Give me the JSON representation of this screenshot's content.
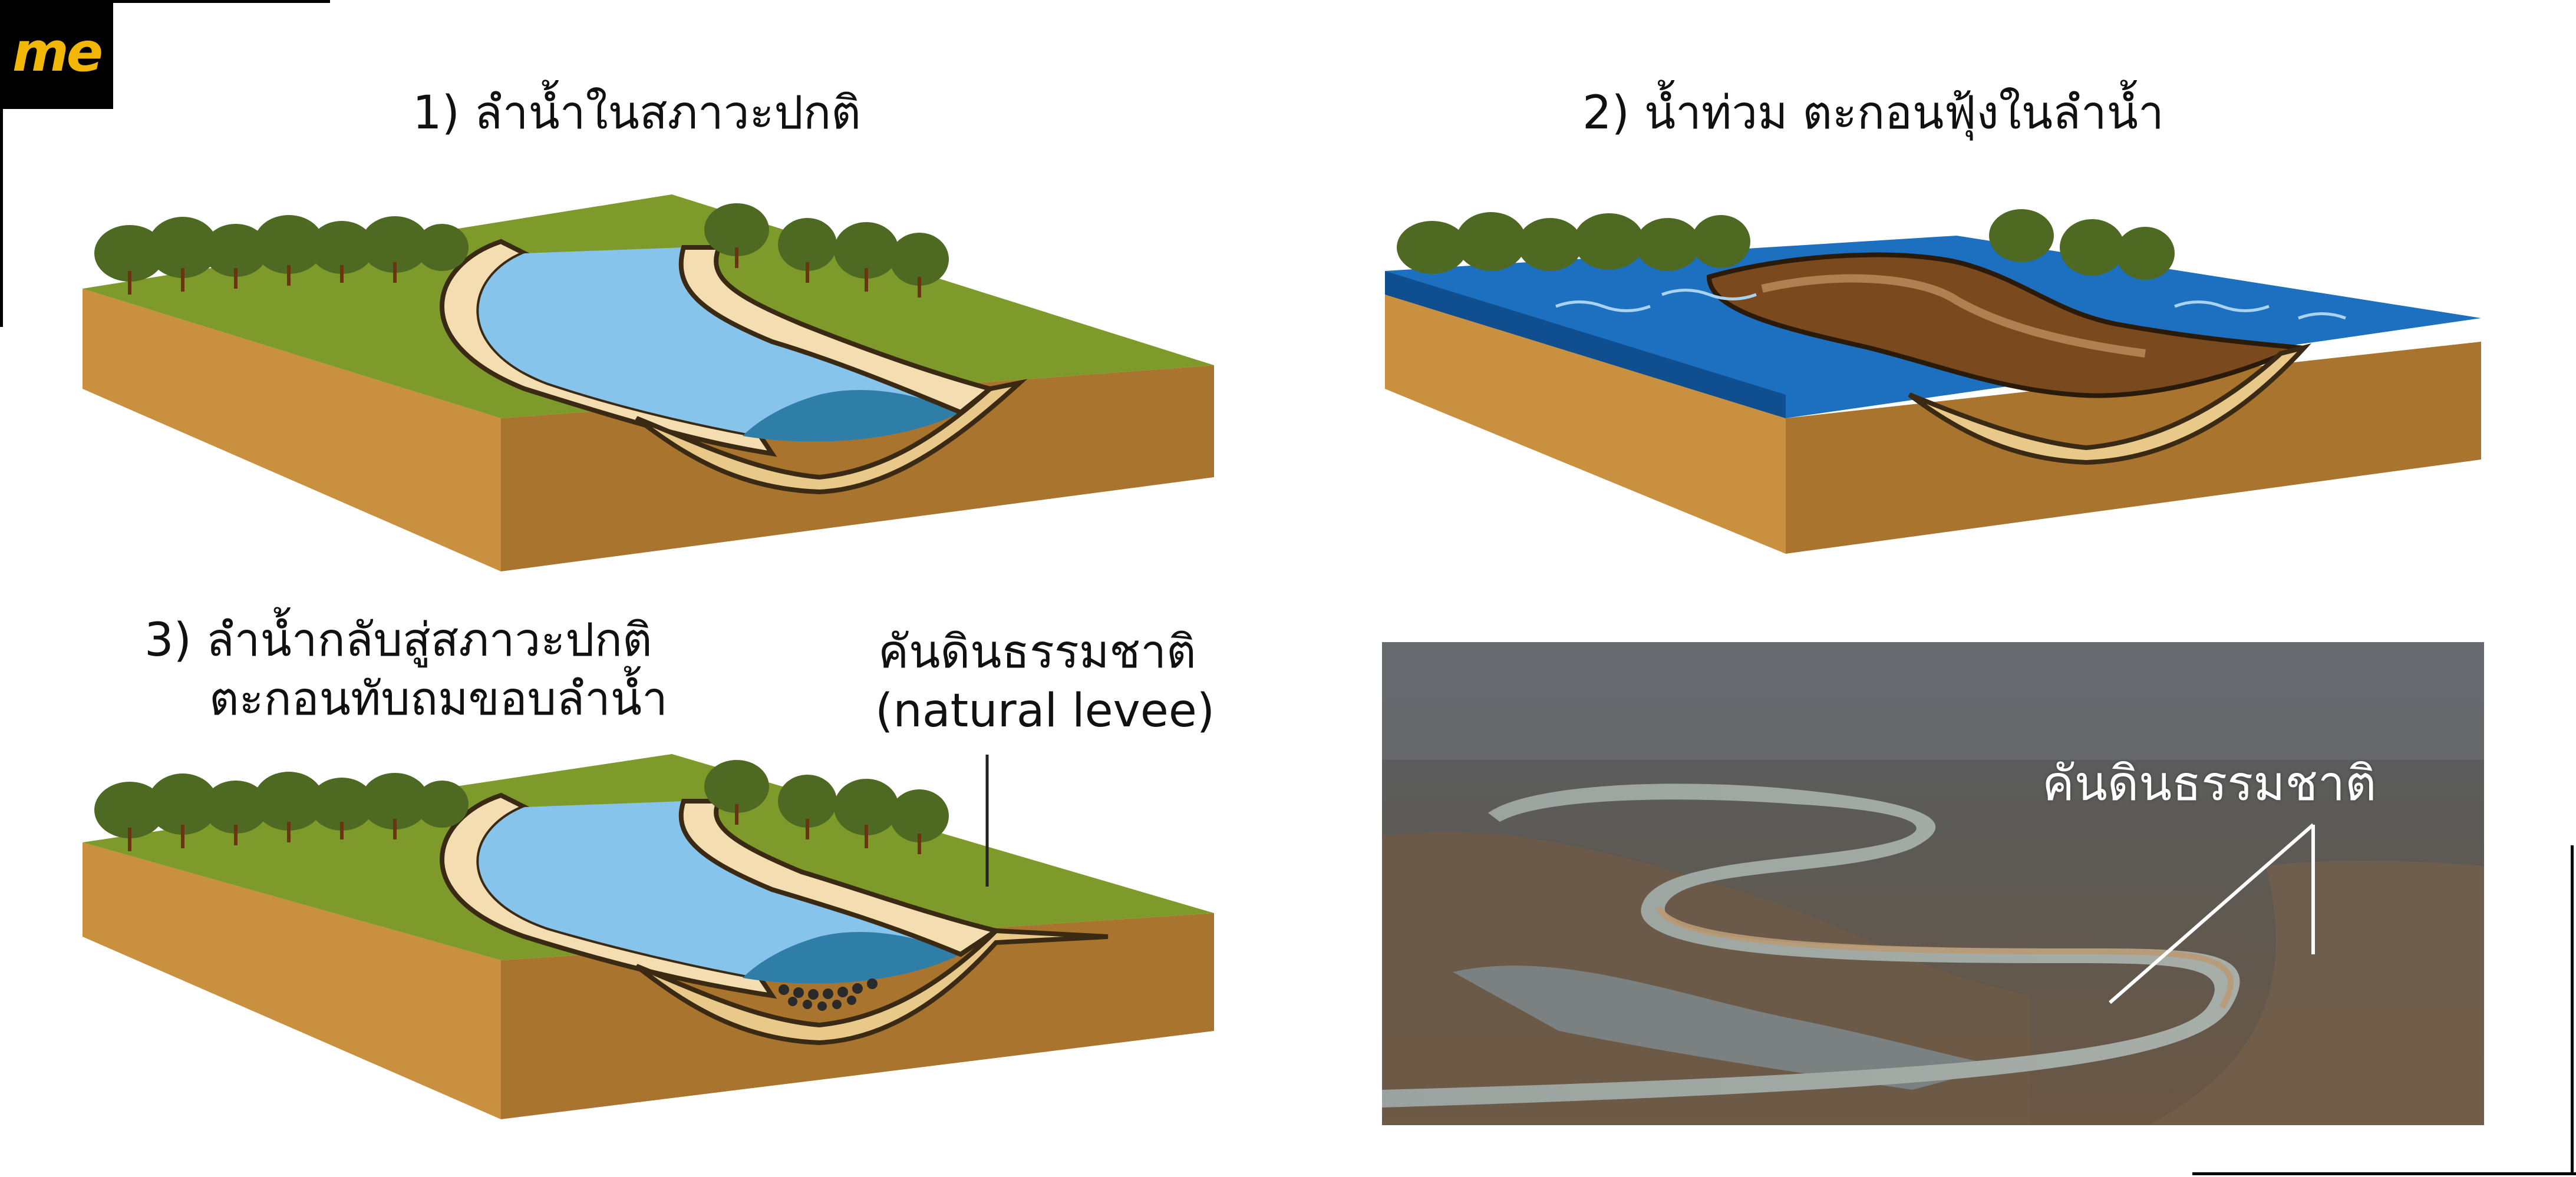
{
  "logo": {
    "text": "me"
  },
  "panels": [
    {
      "title": "1) ลำน้ำในสภาวะปกติ"
    },
    {
      "title": "2) น้ำท่วม ตะกอนฟุ้งในลำน้ำ"
    },
    {
      "title_line1": "3) ลำน้ำกลับสู่สภาวะปกติ",
      "title_line2": "ตะกอนทับถมขอบลำน้ำ"
    }
  ],
  "levee_label": {
    "thai": "คันดินธรรมชาติ",
    "english": "(natural levee)"
  },
  "photo": {
    "label": "คันดินธรรมชาติ"
  },
  "colors": {
    "grass": "#7d9a2a",
    "soil_front": "#c8903f",
    "soil_side": "#8a6220",
    "river_light": "#87c4ec",
    "river_deep": "#2f7ea7",
    "levee_sand": "#f4ddb0",
    "flood_blue": "#1d6fbf",
    "tree": "#4e6a22"
  }
}
